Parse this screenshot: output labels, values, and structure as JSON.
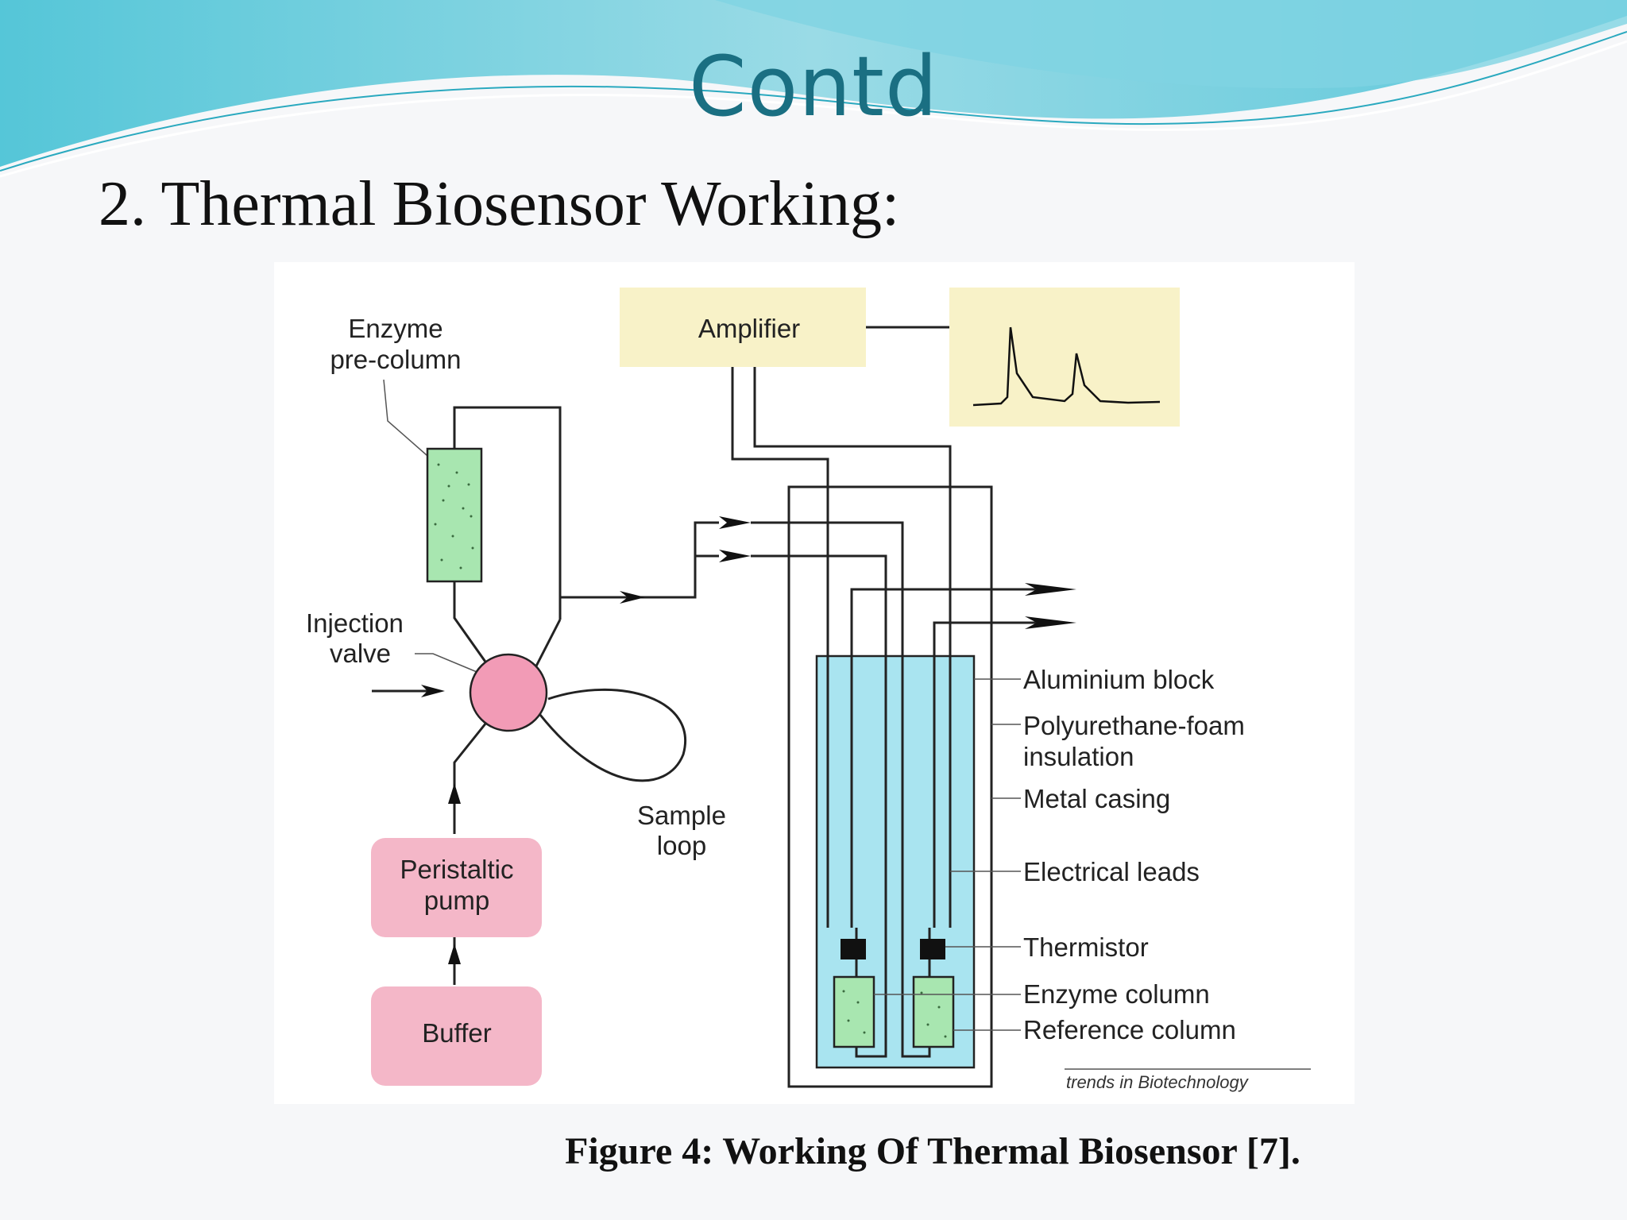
{
  "slide": {
    "title": "Contd",
    "heading": "2. Thermal Biosensor Working:",
    "caption": "Figure 4: Working Of Thermal Biosensor [7]."
  },
  "diagram": {
    "labels": {
      "enzyme_precolumn_1": "Enzyme",
      "enzyme_precolumn_2": "pre-column",
      "amplifier": "Amplifier",
      "injection_valve_1": "Injection",
      "injection_valve_2": "valve",
      "sample_loop_1": "Sample",
      "sample_loop_2": "loop",
      "peristaltic_pump_1": "Peristaltic",
      "peristaltic_pump_2": "pump",
      "buffer": "Buffer",
      "aluminium_block": "Aluminium block",
      "polyurethane_1": "Polyurethane-foam",
      "polyurethane_2": "insulation",
      "metal_casing": "Metal casing",
      "electrical_leads": "Electrical leads",
      "thermistor": "Thermistor",
      "enzyme_column": "Enzyme column",
      "reference_column": "Reference column",
      "credit": "trends in Biotechnology"
    },
    "colors": {
      "column_fill": "#a8e6b0",
      "block_fill": "#a9e4f0",
      "pink": "#f4b7c8",
      "valve": "#f29bb6",
      "yellow": "#f8f2c8",
      "title": "#1a6f82"
    }
  }
}
